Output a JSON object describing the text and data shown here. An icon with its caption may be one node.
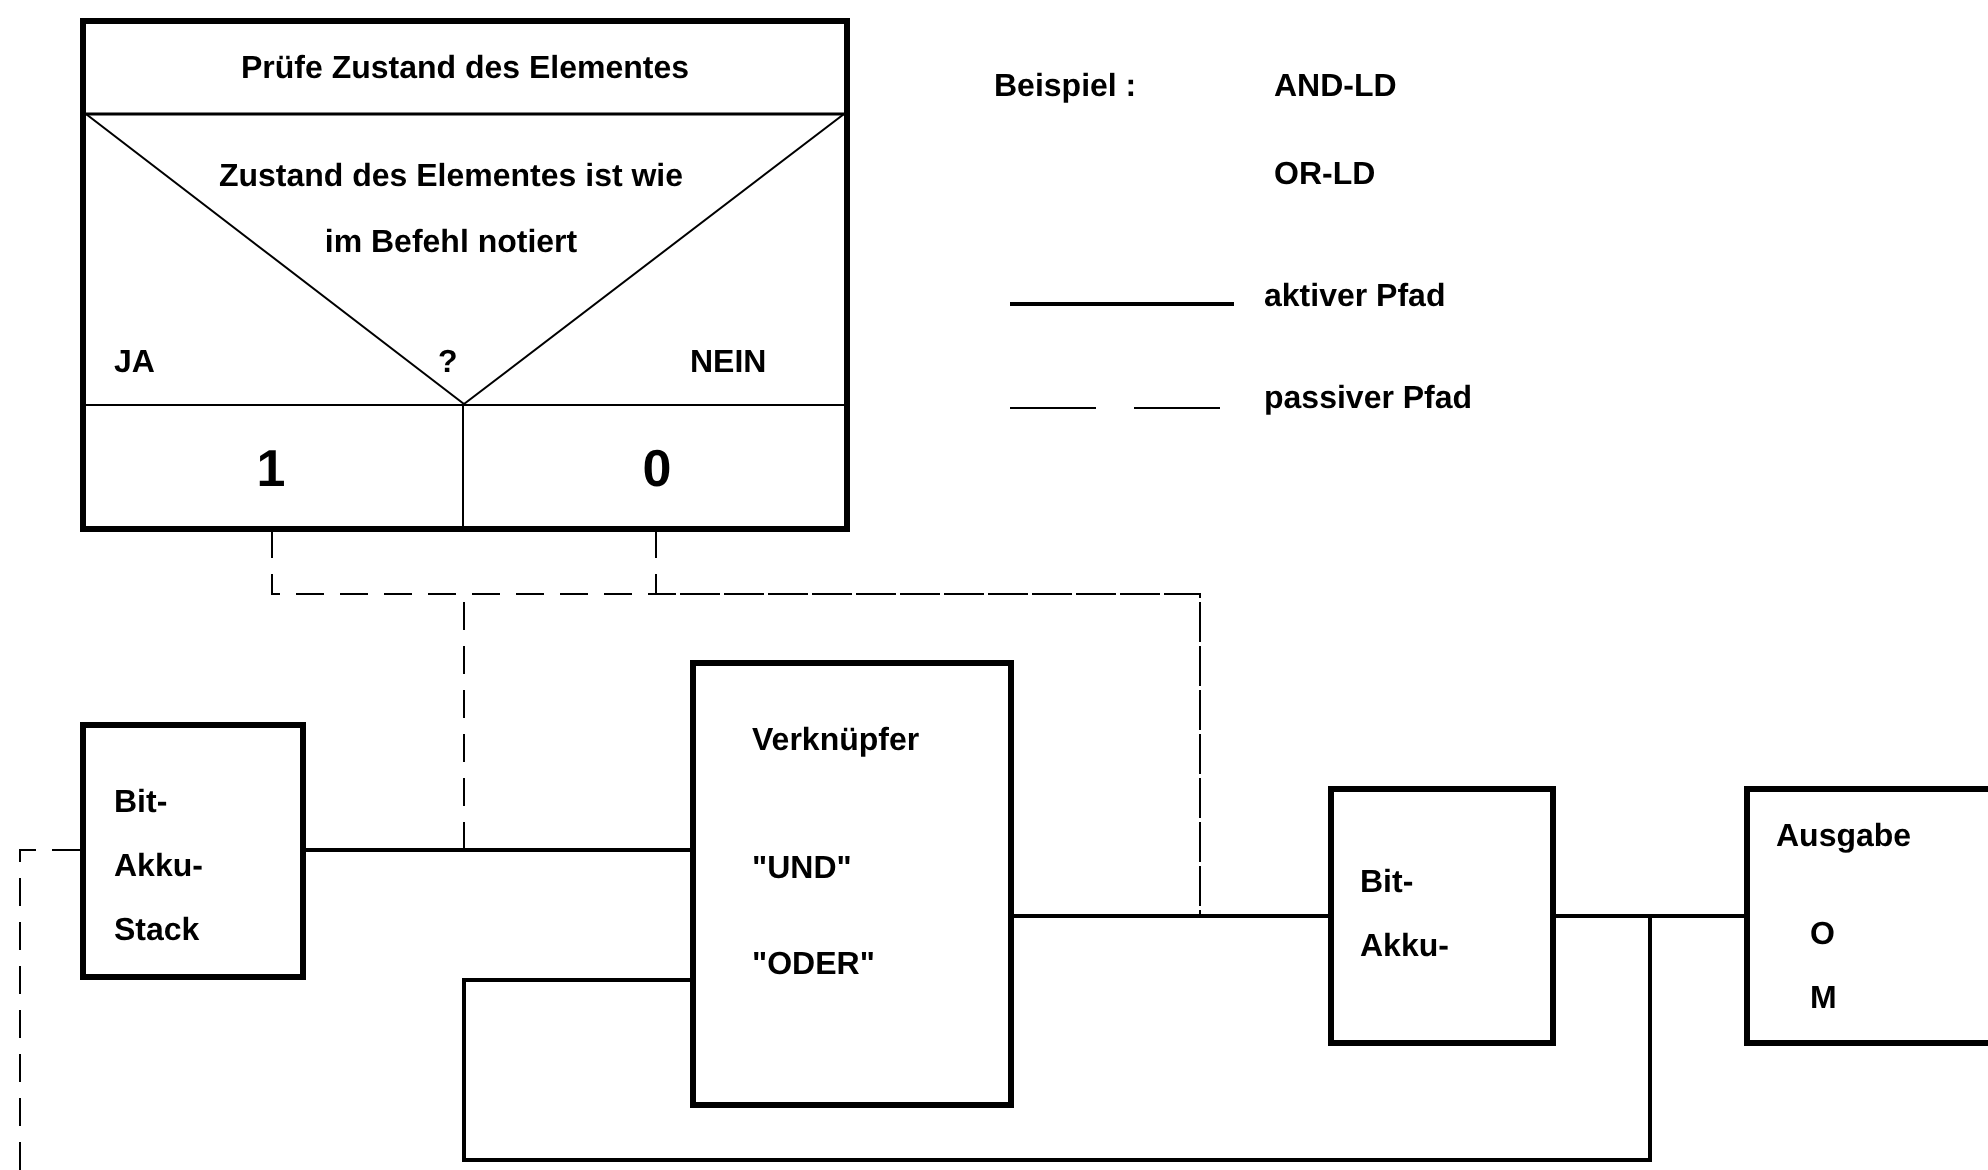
{
  "diagram": {
    "nodes": [
      {
        "text": [
          "Prüfe Zustand des Elementes",
          "Zustand des Elementes ist wie im Befehl notiert",
          "JA",
          "?",
          "NEIN"
        ]
      },
      {
        "text": [
          "1"
        ],
        "in": 0
      },
      {
        "text": [
          "0"
        ],
        "in": 0
      },
      {
        "text": [
          "Bit- Akku- Stack"
        ]
      },
      {
        "text": [
          "Verknüpfer",
          "\"UND\"",
          "\"ODER\""
        ]
      },
      {
        "text": [
          "Bit- Akku-"
        ]
      },
      {
        "text": [
          "Ausgabe",
          "O",
          "M"
        ]
      }
    ],
    "edges": [
      {
        "from": 3,
        "to": 4,
        "arrow": "none"
      },
      {
        "from": 4,
        "to": 5,
        "arrow": "none"
      },
      {
        "from": 5,
        "to": 6,
        "arrow": "none"
      },
      {
        "from": 5,
        "to": 4,
        "arrow": "none"
      },
      {
        "from": 1,
        "to": 4,
        "arrow": "none",
        "style": "dashed"
      },
      {
        "from": 1,
        "to": 5,
        "arrow": "none",
        "style": "dashed"
      },
      {
        "from": 2,
        "to": 4,
        "arrow": "none",
        "style": "dashed"
      },
      {
        "from": 2,
        "to": 5,
        "arrow": "none",
        "style": "dashed"
      },
      {
        "from": 3,
        "to": null,
        "arrow": "none",
        "style": "dashed"
      }
    ],
    "labels": [
      "Beispiel :",
      "AND-LD",
      "OR-LD"
    ],
    "legend": [
      {
        "text": "aktiver Pfad"
      },
      {
        "text": "passiver Pfad"
      }
    ]
  }
}
